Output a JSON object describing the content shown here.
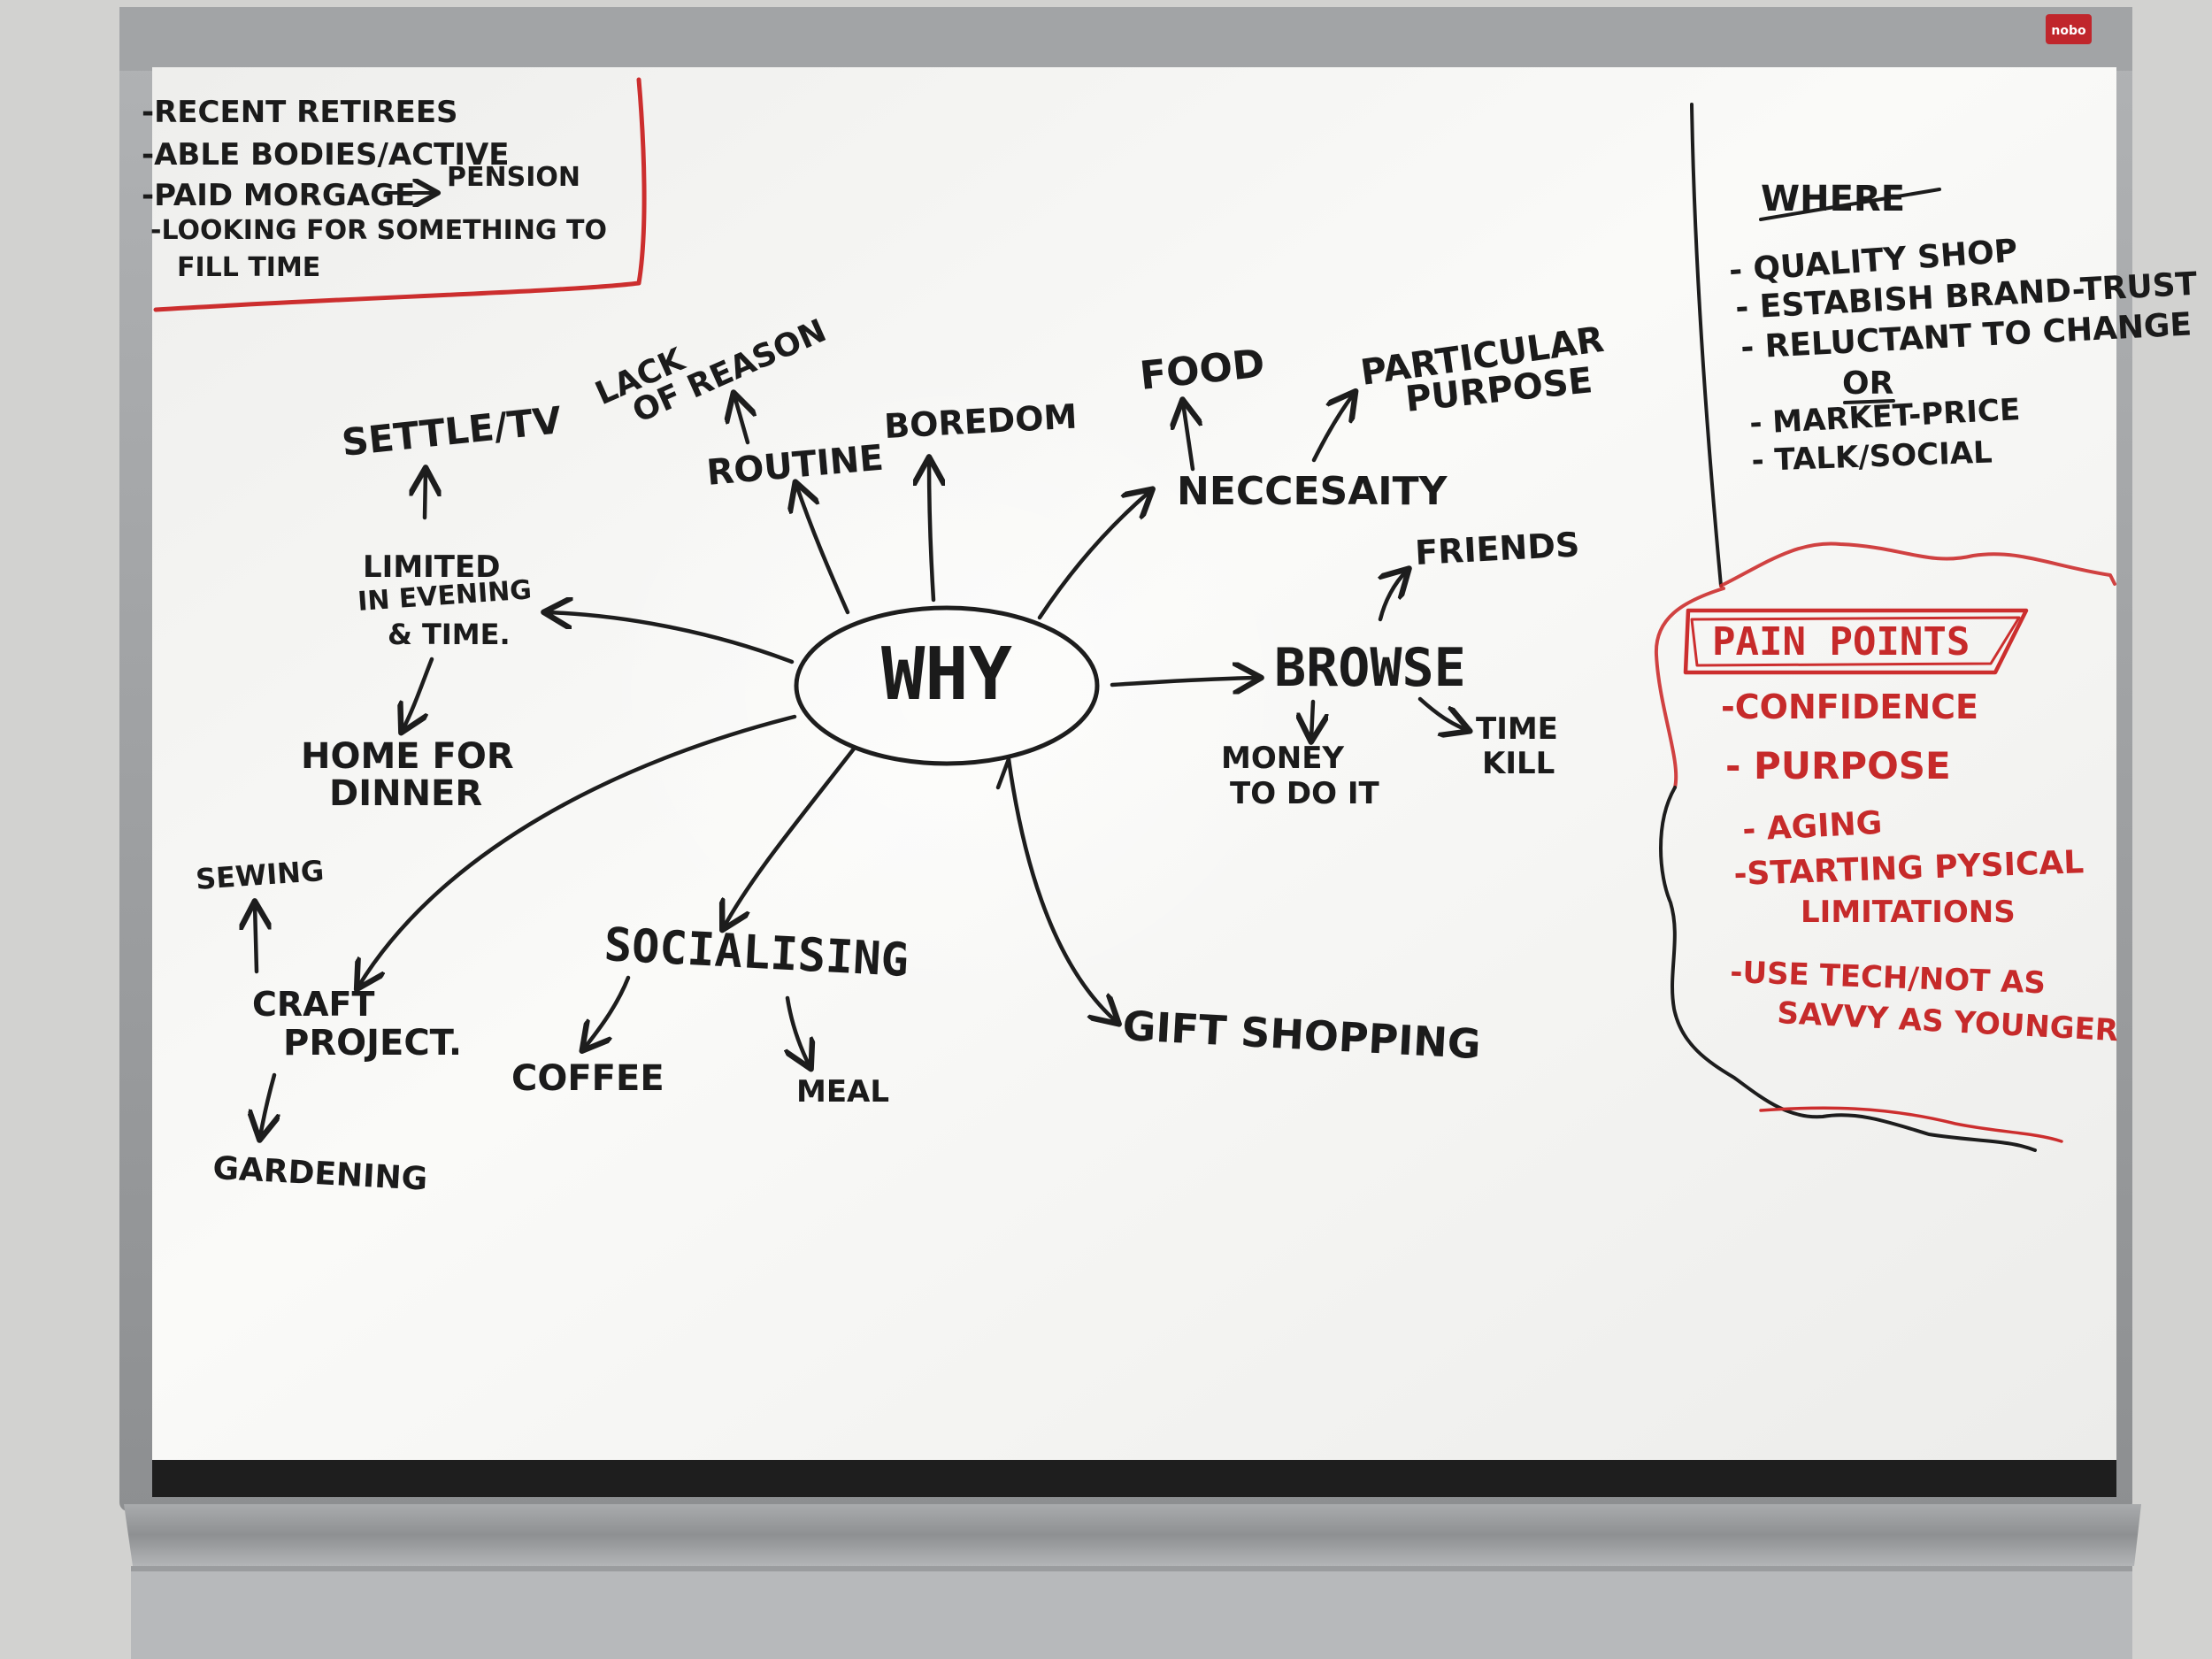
{
  "board": {
    "brand": "nobo"
  },
  "persona": {
    "lines": [
      "-RECENT RETIREES",
      "-ABLE BODIES/ACTIVE",
      "-PAID MORGAGE",
      "-LOOKING FOR SOMETHING TO",
      "FILL TIME"
    ],
    "pension_label": "PENSION"
  },
  "mindmap": {
    "center": "WHY",
    "nodes": {
      "settle_tv": "SETTLE/TV",
      "lack_of_reason_1": "LACK",
      "lack_of_reason_2": "OF REASON",
      "routine": "ROUTINE",
      "boredom": "BOREDOM",
      "food": "FOOD",
      "particular_purpose_1": "PARTICULAR",
      "particular_purpose_2": "PURPOSE",
      "neccesaity": "NECCESAITY",
      "friends": "FRIENDS",
      "browse": "BROWSE",
      "money_1": "MONEY",
      "money_2": "TO DO IT",
      "time_kill_1": "TIME",
      "time_kill_2": "KILL",
      "limited_1": "LIMITED",
      "limited_2": "IN EVENING",
      "limited_3": "& TIME.",
      "home_dinner_1": "HOME FOR",
      "home_dinner_2": "DINNER",
      "sewing": "SEWING",
      "craft_1": "CRAFT",
      "craft_2": "PROJECT.",
      "gardening": "GARDENING",
      "socialising": "SOCIALISING",
      "coffee": "COFFEE",
      "meal": "MEAL",
      "gift_shopping": "GIFT SHOPPING"
    }
  },
  "where": {
    "title": "WHERE",
    "lines": [
      "- QUALITY SHOP",
      "- ESTABISH BRAND-TRUST",
      "- RELUCTANT TO CHANGE"
    ],
    "or": "OR",
    "lines2": [
      "- MARKET-PRICE",
      "- TALK/SOCIAL"
    ]
  },
  "pain_points": {
    "title": "PAIN POINTS",
    "items": [
      "-CONFIDENCE",
      "- PURPOSE",
      "- AGING",
      "-STARTING PYSICAL",
      "LIMITATIONS",
      "-USE TECH/NOT AS",
      "SAVVY AS YOUNGER"
    ]
  },
  "colors": {
    "wall": "#d4d4d2",
    "frame": "#9b9d9f",
    "board": "#f3f3f1",
    "marker_black": "#1b1b1b",
    "marker_red": "#c62a2a",
    "brand_badge": "#c0262c"
  }
}
